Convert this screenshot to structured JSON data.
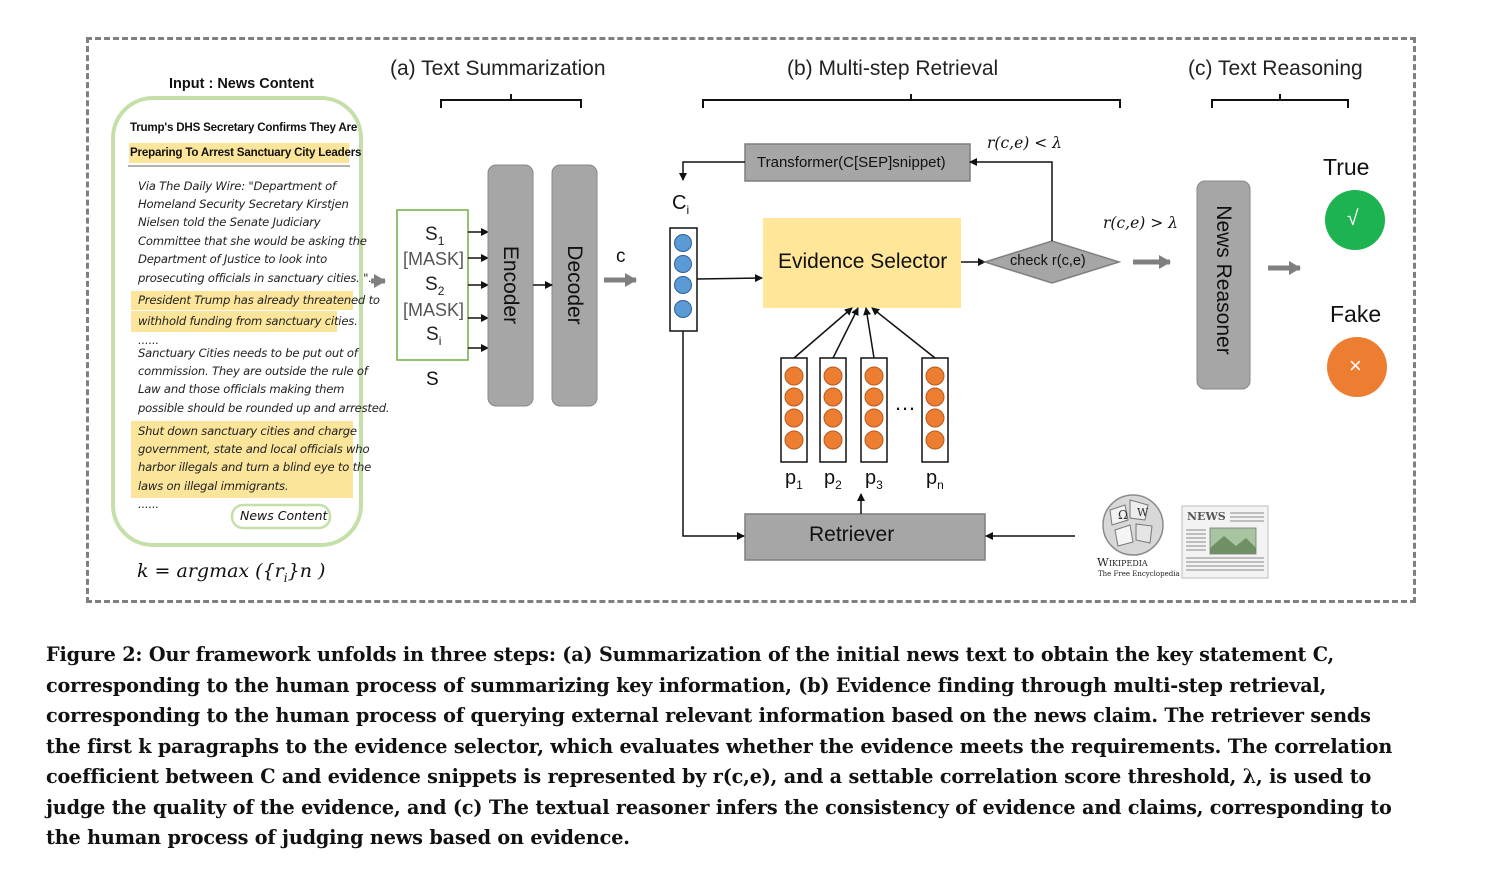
{
  "diagram": {
    "sections": {
      "summarization": "(a) Text Summarization",
      "retrieval": "(b) Multi-step Retrieval",
      "reasoning": "(c) Text Reasoning"
    },
    "input": {
      "title": "Input : News Content",
      "headline_line1": "Trump's DHS Secretary Confirms They Are",
      "headline_line2": "Preparing To Arrest Sanctuary City Leaders",
      "body_lines": [
        "Via The Daily Wire: \"Department of",
        "Homeland Security Secretary Kirstjen",
        "Nielsen told the Senate Judiciary",
        "Committee that she would be asking the",
        "Department of Justice to look into",
        "prosecuting officials in sanctuary cities. \".",
        "President Trump has already threatened to",
        "withhold funding from sanctuary cities.",
        "......",
        "Sanctuary Cities needs to be put out of",
        "commission. They are outside the rule of",
        "Law and those officials making them",
        "possible should be rounded up and arrested.",
        "Shut down sanctuary cities and charge",
        "government, state and local officials who",
        "harbor illegals and turn a blind eye to the",
        "laws on illegal immigrants.",
        "......"
      ],
      "badge": "News Content",
      "formula": "k = argmax ({r",
      "formula_sub": "i",
      "formula_end": "}n )"
    },
    "sentences": {
      "s1": "S",
      "s1_sub": "1",
      "mask1": "[MASK]",
      "s2": "S",
      "s2_sub": "2",
      "mask2": "[MASK]",
      "si": "S",
      "si_sub": "i",
      "label": "S"
    },
    "encoder": "Encoder",
    "decoder": "Decoder",
    "c_label": "c",
    "ci_label": "C",
    "ci_sub": "i",
    "transformer": "Transformer(C[SEP]snippet)",
    "evidence_selector": "Evidence Selector",
    "check": "check r(c,e)",
    "lt_label": "r(c,e) < λ",
    "gt_label": "r(c,e) > λ",
    "passages": [
      {
        "label": "p",
        "sub": "1"
      },
      {
        "label": "p",
        "sub": "2"
      },
      {
        "label": "p",
        "sub": "3"
      },
      {
        "label": "p",
        "sub": "n"
      }
    ],
    "ellipsis": "…",
    "retriever": "Retriever",
    "news_reasoner": "News Reasoner",
    "true_label": "True",
    "fake_label": "Fake",
    "true_symbol": "√",
    "fake_symbol": "×",
    "wikipedia": "Wikipedia",
    "wikipedia_tagline": "The Free Encyclopedia",
    "news_logo": "NEWS"
  },
  "caption_lines": [
    "Figure 2: Our framework unfolds in three steps: (a) Summarization of the initial news text to obtain the key statement C,",
    "corresponding to the human process of summarizing key information, (b) Evidence finding through multi-step retrieval,",
    "corresponding to the human process of querying external relevant information based on the news claim. The retriever sends",
    "the first k paragraphs to the evidence selector, which evaluates whether the evidence meets the requirements. The correlation",
    "coefficient between C and evidence snippets is represented by r(c,e), and a settable correlation score threshold, λ, is used to",
    "judge the quality of the evidence, and (c) The textual reasoner infers the consistency of evidence and claims, corresponding to",
    "the human process of judging news based on evidence."
  ],
  "colors": {
    "green_border": "#c5dfa8",
    "sentence_border": "#70ad47",
    "gray_box": "#a6a6a6",
    "selector_fill": "#ffe699",
    "blue_dot": "#5b9bd5",
    "orange_dot": "#ed7d31",
    "true_green": "#1db351",
    "fake_orange": "#ed7d31",
    "highlight": "#fbe59a"
  }
}
